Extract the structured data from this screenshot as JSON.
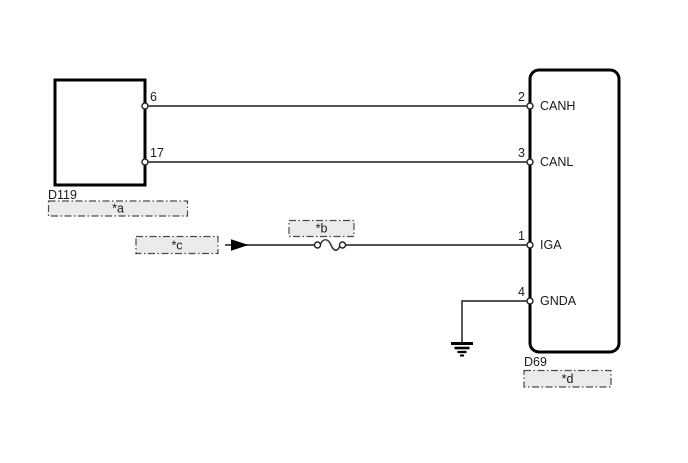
{
  "colors": {
    "background": "#ffffff",
    "component_outline": "#000000",
    "wire": "#3c3c3c",
    "terminal_outline": "#222222",
    "callout_fill": "#ebebeb",
    "callout_border": "#4a4a4a",
    "text": "#1a1a1a"
  },
  "diagram": {
    "type": "wiring-diagram",
    "left_component": {
      "id": "D119",
      "callout": "*a",
      "pins": [
        {
          "number": "6"
        },
        {
          "number": "17"
        }
      ]
    },
    "right_component": {
      "id": "D69",
      "callout": "*d",
      "pins": [
        {
          "number": "2",
          "signal": "CANH"
        },
        {
          "number": "3",
          "signal": "CANL"
        },
        {
          "number": "1",
          "signal": "IGA"
        },
        {
          "number": "4",
          "signal": "GNDA"
        }
      ]
    },
    "fuse_callout": "*b",
    "power_source_callout": "*c",
    "symbols": [
      "power-arrow",
      "fuse",
      "ground"
    ]
  }
}
